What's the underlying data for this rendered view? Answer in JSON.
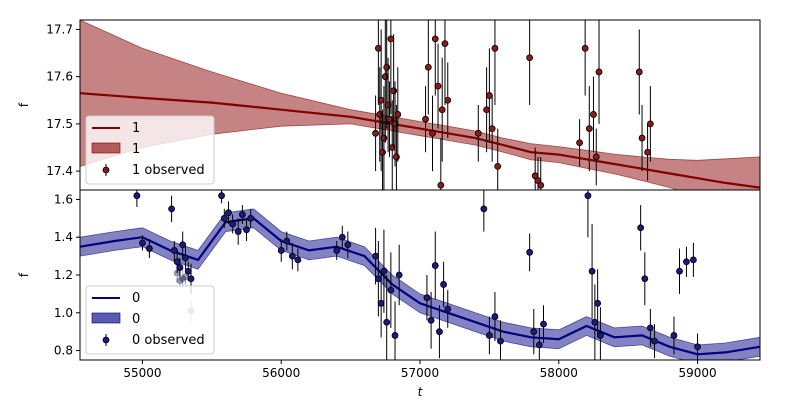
{
  "chart_data": [
    {
      "type": "line",
      "panel": "top",
      "xlabel": "",
      "ylabel": "f",
      "xlim": [
        54550,
        59450
      ],
      "ylim": [
        17.36,
        17.72
      ],
      "yticks": [
        17.4,
        17.5,
        17.6,
        17.7
      ],
      "xticks": [],
      "legend": [
        "1",
        "1",
        "1 observed"
      ],
      "legend_position": "lower-left",
      "colors": {
        "line": "#800000",
        "band": "#b35a5a",
        "marker": "#8b1a1a"
      },
      "mean_line": {
        "x": [
          54550,
          55000,
          55500,
          56000,
          56500,
          56800,
          57000,
          57200,
          57400,
          57600,
          57800,
          58000,
          58200,
          58400,
          58600,
          58800,
          59000,
          59200,
          59450
        ],
        "y": [
          17.565,
          17.555,
          17.545,
          17.53,
          17.515,
          17.5,
          17.49,
          17.48,
          17.47,
          17.455,
          17.44,
          17.435,
          17.425,
          17.415,
          17.405,
          17.395,
          17.385,
          17.375,
          17.365
        ]
      },
      "band_upper": [
        17.72,
        17.66,
        17.61,
        17.565,
        17.53,
        17.515,
        17.505,
        17.495,
        17.485,
        17.47,
        17.458,
        17.452,
        17.444,
        17.436,
        17.43,
        17.425,
        17.423,
        17.426,
        17.43
      ],
      "band_lower": [
        17.41,
        17.45,
        17.478,
        17.495,
        17.5,
        17.485,
        17.475,
        17.465,
        17.455,
        17.44,
        17.424,
        17.418,
        17.406,
        17.394,
        17.38,
        17.365,
        17.347,
        17.324,
        17.3
      ],
      "observed": {
        "x": [
          56680,
          56700,
          56710,
          56720,
          56730,
          56740,
          56750,
          56760,
          56770,
          56780,
          56790,
          56800,
          56810,
          56820,
          56830,
          56840,
          57040,
          57060,
          57090,
          57110,
          57130,
          57150,
          57160,
          57180,
          57200,
          57420,
          57480,
          57500,
          57520,
          57540,
          57560,
          57790,
          57830,
          57850,
          57870,
          58150,
          58190,
          58220,
          58250,
          58270,
          58290,
          58580,
          58600,
          58640,
          58660
        ],
        "y": [
          17.48,
          17.66,
          17.52,
          17.55,
          17.44,
          17.47,
          17.6,
          17.62,
          17.54,
          17.51,
          17.68,
          17.45,
          17.57,
          17.5,
          17.43,
          17.52,
          17.51,
          17.62,
          17.48,
          17.68,
          17.58,
          17.37,
          17.53,
          17.67,
          17.55,
          17.48,
          17.53,
          17.56,
          17.49,
          17.66,
          17.41,
          17.64,
          17.39,
          17.38,
          17.37,
          17.46,
          17.66,
          17.49,
          17.52,
          17.43,
          17.61,
          17.61,
          17.47,
          17.44,
          17.5
        ],
        "yerr": [
          0.08,
          0.12,
          0.1,
          0.15,
          0.09,
          0.11,
          0.14,
          0.13,
          0.1,
          0.08,
          0.16,
          0.1,
          0.12,
          0.09,
          0.11,
          0.1,
          0.07,
          0.1,
          0.08,
          0.12,
          0.09,
          0.1,
          0.11,
          0.13,
          0.08,
          0.06,
          0.09,
          0.1,
          0.07,
          0.12,
          0.08,
          0.1,
          0.06,
          0.05,
          0.06,
          0.05,
          0.1,
          0.09,
          0.08,
          0.06,
          0.11,
          0.09,
          0.07,
          0.06,
          0.08
        ]
      }
    },
    {
      "type": "line",
      "panel": "bottom",
      "xlabel": "t",
      "ylabel": "f",
      "xlim": [
        54550,
        59450
      ],
      "ylim": [
        0.75,
        1.65
      ],
      "yticks": [
        0.8,
        1.0,
        1.2,
        1.4,
        1.6
      ],
      "xticks": [
        55000,
        56000,
        57000,
        58000,
        59000
      ],
      "legend": [
        "0",
        "0",
        "0 observed"
      ],
      "legend_position": "lower-left",
      "colors": {
        "line": "#000080",
        "band": "#5a5ab0",
        "marker": "#1a1a80"
      },
      "mean_line": {
        "x": [
          54550,
          54800,
          55000,
          55200,
          55400,
          55600,
          55800,
          56000,
          56200,
          56400,
          56600,
          56800,
          57000,
          57200,
          57400,
          57600,
          57800,
          58000,
          58200,
          58400,
          58600,
          58800,
          59000,
          59200,
          59450
        ],
        "y": [
          1.35,
          1.38,
          1.4,
          1.33,
          1.28,
          1.48,
          1.5,
          1.38,
          1.33,
          1.35,
          1.3,
          1.15,
          1.05,
          1.0,
          0.95,
          0.9,
          0.87,
          0.86,
          0.93,
          0.87,
          0.88,
          0.82,
          0.78,
          0.79,
          0.82
        ],
        "band": 0.05
      },
      "observed": {
        "x": [
          54960,
          55000,
          55050,
          55210,
          55230,
          55250,
          55270,
          55290,
          55310,
          55330,
          55350,
          55570,
          55590,
          55620,
          55650,
          55690,
          55720,
          55750,
          55780,
          56000,
          56040,
          56080,
          56120,
          56400,
          56440,
          56480,
          56680,
          56700,
          56720,
          56740,
          56760,
          56790,
          56820,
          56850,
          57050,
          57080,
          57110,
          57140,
          57170,
          57200,
          57460,
          57500,
          57540,
          57580,
          57790,
          57820,
          57860,
          57890,
          58210,
          58240,
          58260,
          58280,
          58300,
          58590,
          58620,
          58660,
          58690,
          58830,
          58870,
          58920,
          58970,
          59000
        ],
        "y": [
          1.62,
          1.37,
          1.34,
          1.55,
          1.33,
          1.27,
          1.24,
          1.36,
          1.29,
          1.22,
          1.18,
          1.62,
          1.5,
          1.53,
          1.47,
          1.43,
          1.52,
          1.44,
          1.5,
          1.33,
          1.38,
          1.3,
          1.28,
          1.33,
          1.4,
          1.36,
          1.3,
          1.18,
          1.05,
          1.22,
          0.95,
          1.12,
          0.88,
          1.2,
          1.08,
          0.96,
          1.25,
          0.9,
          1.15,
          1.02,
          1.55,
          0.88,
          0.98,
          0.85,
          1.32,
          0.9,
          0.83,
          0.94,
          1.62,
          1.22,
          0.95,
          1.05,
          0.88,
          1.45,
          1.18,
          0.92,
          0.85,
          0.88,
          1.22,
          1.27,
          1.28,
          0.82
        ],
        "yerr": [
          0.06,
          0.04,
          0.05,
          0.07,
          0.05,
          0.06,
          0.05,
          0.07,
          0.06,
          0.05,
          0.08,
          0.04,
          0.05,
          0.06,
          0.05,
          0.07,
          0.05,
          0.06,
          0.05,
          0.06,
          0.05,
          0.07,
          0.06,
          0.05,
          0.06,
          0.07,
          0.15,
          0.2,
          0.18,
          0.22,
          0.25,
          0.2,
          0.18,
          0.16,
          0.12,
          0.15,
          0.18,
          0.14,
          0.12,
          0.1,
          0.12,
          0.1,
          0.13,
          0.11,
          0.1,
          0.12,
          0.09,
          0.1,
          0.22,
          0.25,
          0.2,
          0.18,
          0.15,
          0.12,
          0.14,
          0.1,
          0.09,
          0.1,
          0.12,
          0.08,
          0.09,
          0.07
        ]
      },
      "faded_observed": {
        "x": [
          55250,
          55270,
          55290,
          55310,
          55350
        ],
        "y": [
          1.21,
          1.17,
          1.18,
          1.19,
          1.01
        ],
        "yerr": [
          0.05,
          0.04,
          0.05,
          0.04,
          0.06
        ]
      }
    }
  ]
}
